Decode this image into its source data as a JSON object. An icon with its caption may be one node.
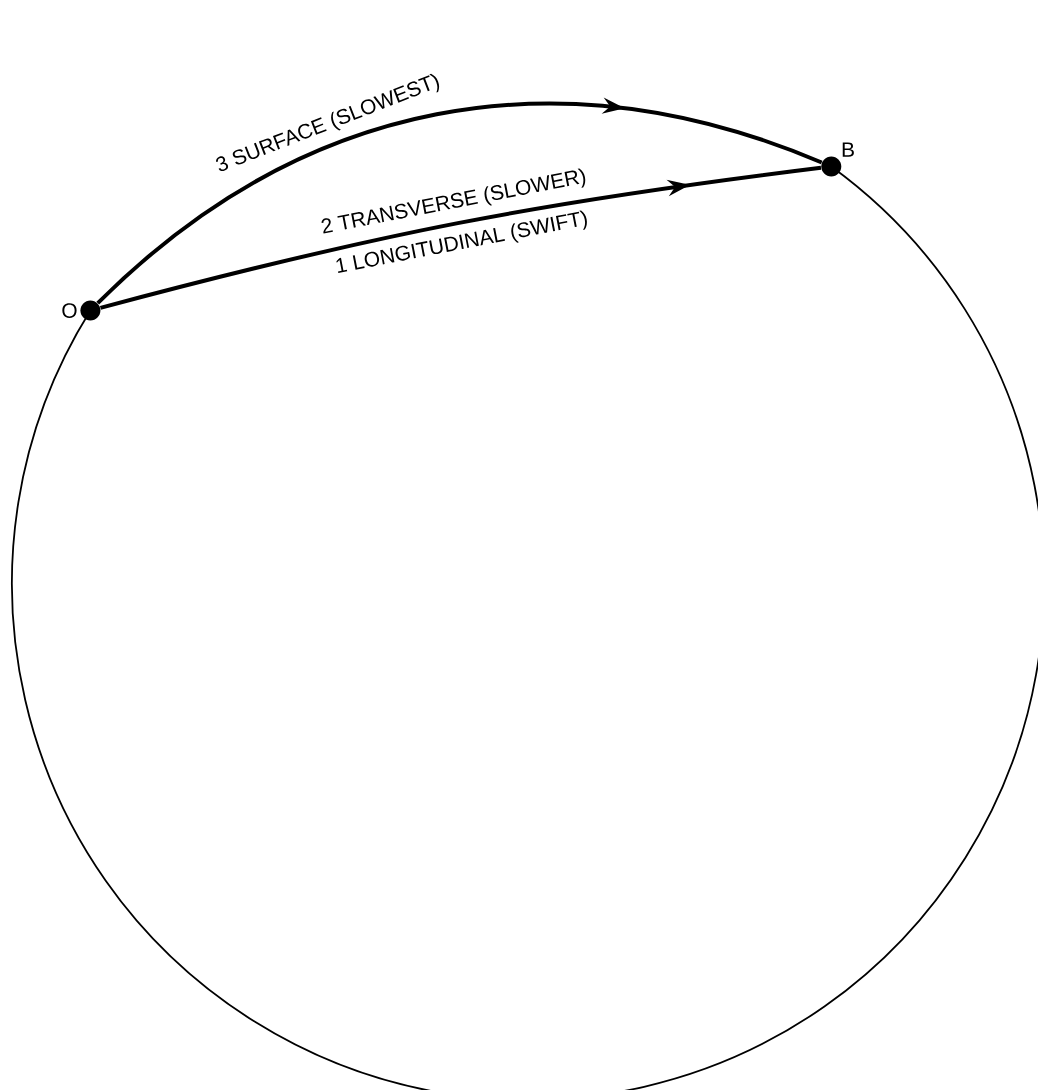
{
  "diagram": {
    "nodes": [
      {
        "text": [
          "O"
        ]
      },
      {
        "text": [
          "B"
        ]
      }
    ],
    "edges": [
      {
        "from": 0,
        "to": 1,
        "arrow": "to",
        "label": "3 SURFACE (SLOWEST)"
      },
      {
        "from": 0,
        "to": 1,
        "arrow": "to",
        "label": "2 TRANSVERSE (SLOWER)"
      }
    ],
    "labels": [
      "1 LONGITUDINAL (SWIFT)"
    ]
  }
}
